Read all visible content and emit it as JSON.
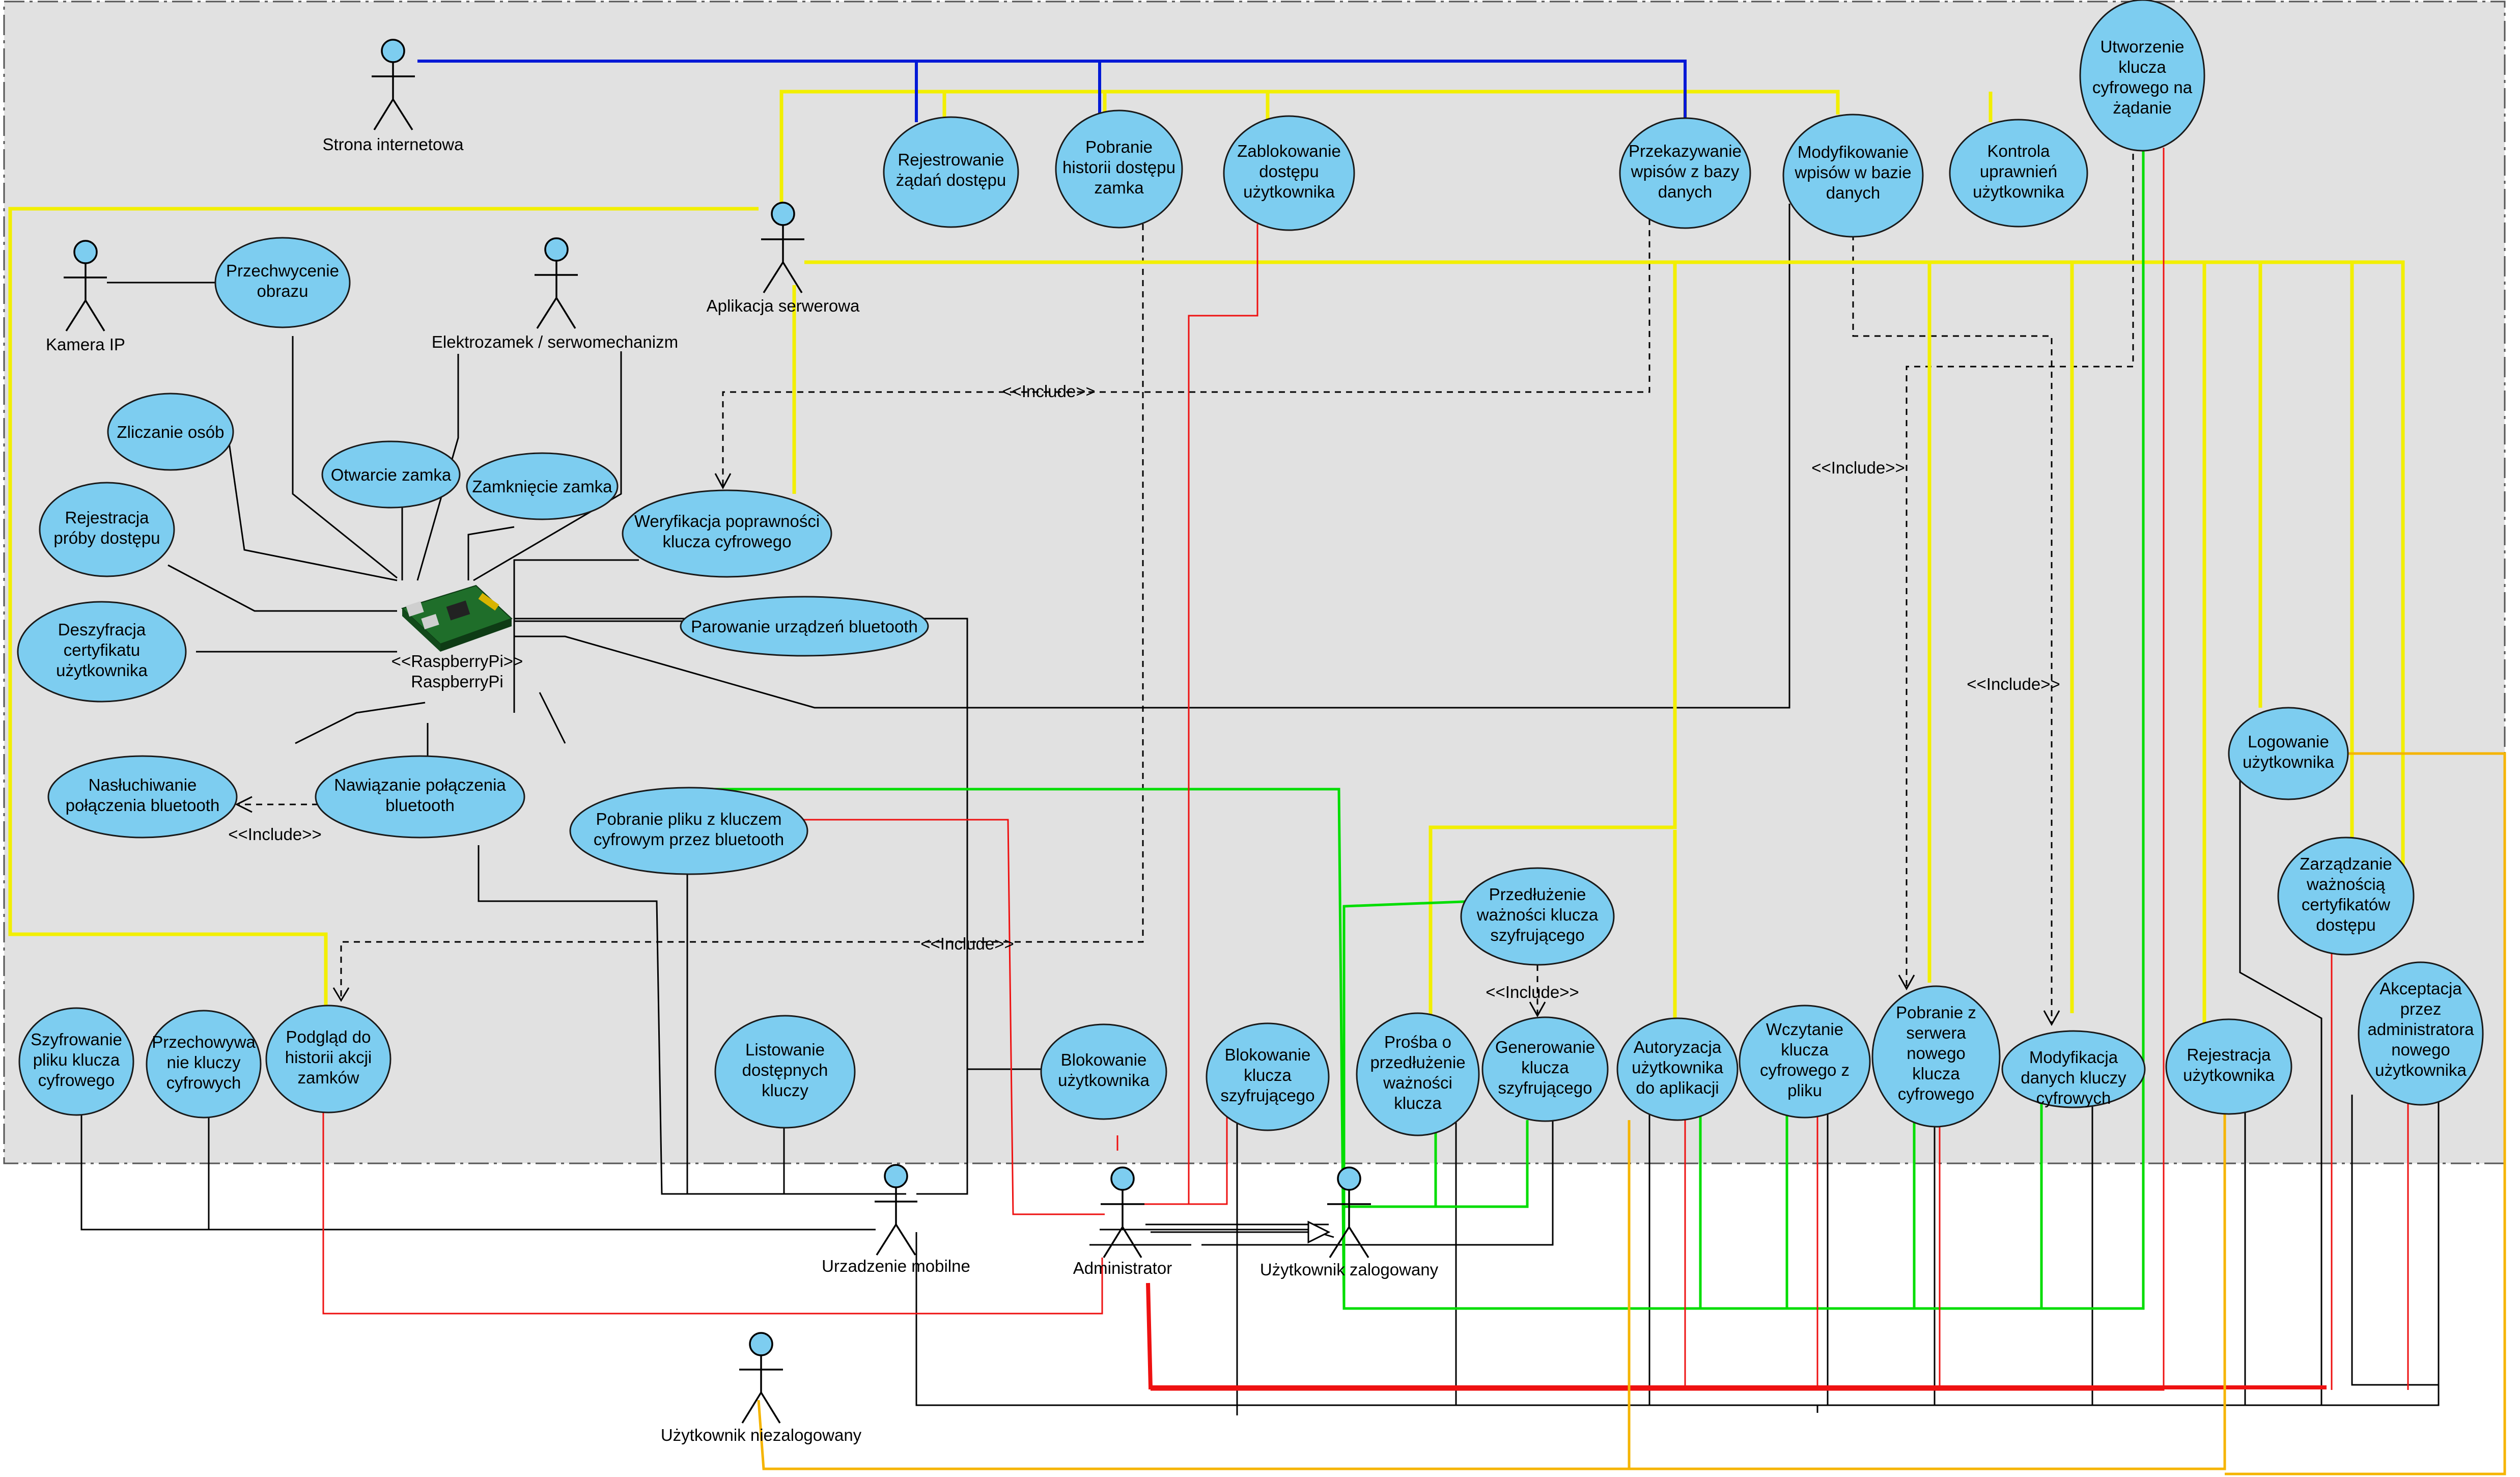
{
  "actors": {
    "strona": "Strona internetowa",
    "aplikacja": "Aplikacja serwerowa",
    "kamera": "Kamera IP",
    "elektrozamek": "Elektrozamek / serwomechanizm",
    "urzadzenie": "Urzadzenie mobilne",
    "administrator": "Administrator",
    "zalogowany": "Użytkownik zalogowany",
    "niezalogowany": "Użytkownik niezalogowany"
  },
  "raspberry": {
    "stereotype": "<<RaspberryPi>>",
    "name": "RaspberryPi"
  },
  "include_label": "<<Include>>",
  "usecases": {
    "rejestrowanie": [
      "Rejestrowanie",
      "żądań dostępu"
    ],
    "pobranie_historii": [
      "Pobranie",
      "historii dostępu",
      "zamka"
    ],
    "zablokowanie": [
      "Zablokowanie",
      "dostępu",
      "użytkownika"
    ],
    "przekazywanie": [
      "Przekazywanie",
      "wpisów z bazy",
      "danych"
    ],
    "modyfikowanie": [
      "Modyfikowanie",
      "wpisów w bazie",
      "danych"
    ],
    "kontrola": [
      "Kontrola",
      "uprawnień",
      "użytkownika"
    ],
    "utworzenie": [
      "Utworzenie",
      "klucza",
      "cyfrowego na",
      "żądanie"
    ],
    "przechwycenie": [
      "Przechwycenie",
      "obrazu"
    ],
    "zliczanie": [
      "Zliczanie osób"
    ],
    "otwarcie": [
      "Otwarcie zamka"
    ],
    "zamkniecie": [
      "Zamknięcie zamka"
    ],
    "weryfikacja": [
      "Weryfikacja poprawności",
      "klucza cyfrowego"
    ],
    "rejestracja_proby": [
      "Rejestracja",
      "próby dostępu"
    ],
    "parowanie": [
      "Parowanie urządzeń bluetooth"
    ],
    "deszyfracja": [
      "Deszyfracja",
      "certyfikatu",
      "użytkownika"
    ],
    "nasluchiwanie": [
      "Nasłuchiwanie",
      "połączenia bluetooth"
    ],
    "nawiazanie": [
      "Nawiązanie połączenia",
      "bluetooth"
    ],
    "pobranie_pliku": [
      "Pobranie pliku z kluczem",
      "cyfrowym przez bluetooth"
    ],
    "logowanie": [
      "Logowanie",
      "użytkownika"
    ],
    "przedluzenie": [
      "Przedłużenie",
      "ważności klucza",
      "szyfrującego"
    ],
    "zarzadzanie": [
      "Zarządzanie",
      "ważnością",
      "certyfikatów",
      "dostępu"
    ],
    "szyfrowanie": [
      "Szyfrowanie",
      "pliku klucza",
      "cyfrowego"
    ],
    "przechowywanie": [
      "Przechowywa",
      "nie kluczy",
      "cyfrowych"
    ],
    "podglad": [
      "Podgląd do",
      "historii akcji",
      "zamków"
    ],
    "listowanie": [
      "Listowanie",
      "dostępnych",
      "kluczy"
    ],
    "blokowanie_uz": [
      "Blokowanie",
      "użytkownika"
    ],
    "blokowanie_kl": [
      "Blokowanie",
      "klucza",
      "szyfrującego"
    ],
    "prosba": [
      "Prośba o",
      "przedłużenie",
      "ważności",
      "klucza"
    ],
    "generowanie": [
      "Generowanie",
      "klucza",
      "szyfrującego"
    ],
    "autoryzacja": [
      "Autoryzacja",
      "użytkownika",
      "do aplikacji"
    ],
    "wczytanie": [
      "Wczytanie",
      "klucza",
      "cyfrowego z",
      "pliku"
    ],
    "pobranie_serwera": [
      "Pobranie z",
      "serwera",
      "nowego",
      "klucza",
      "cyfrowego"
    ],
    "modyfikacja": [
      "Modyfikacja",
      "danych kluczy",
      "cyfrowych"
    ],
    "rejestracja_uz": [
      "Rejestracja",
      "użytkownika"
    ],
    "akceptacja": [
      "Akceptacja",
      "przez",
      "administratora",
      "nowego",
      "użytkownika"
    ]
  },
  "colors": {
    "background": "#e1e1e1",
    "usecase_fill": "#7dcdf0",
    "yellow_line": "#f2ef00",
    "blue_line": "#0019d6",
    "green_line": "#00dd00",
    "red_line": "#ee1111",
    "orange_line": "#f5b400",
    "black_line": "#000000"
  }
}
